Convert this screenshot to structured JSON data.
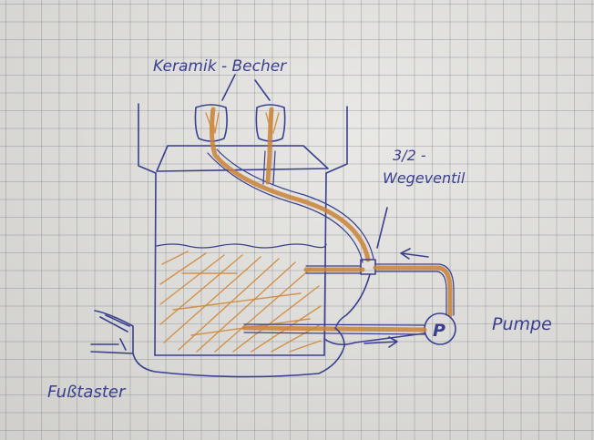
{
  "labels": {
    "cups": "Keramik - Becher",
    "valve_line1": "3/2 -",
    "valve_line2": "Wegeventil",
    "pump": "Pumpe",
    "pump_symbol": "P",
    "pedal": "Fußtaster"
  },
  "colors": {
    "ink": "#3a3f8f",
    "liquid": "#cf8a3c",
    "paper": "#dddcd8"
  }
}
